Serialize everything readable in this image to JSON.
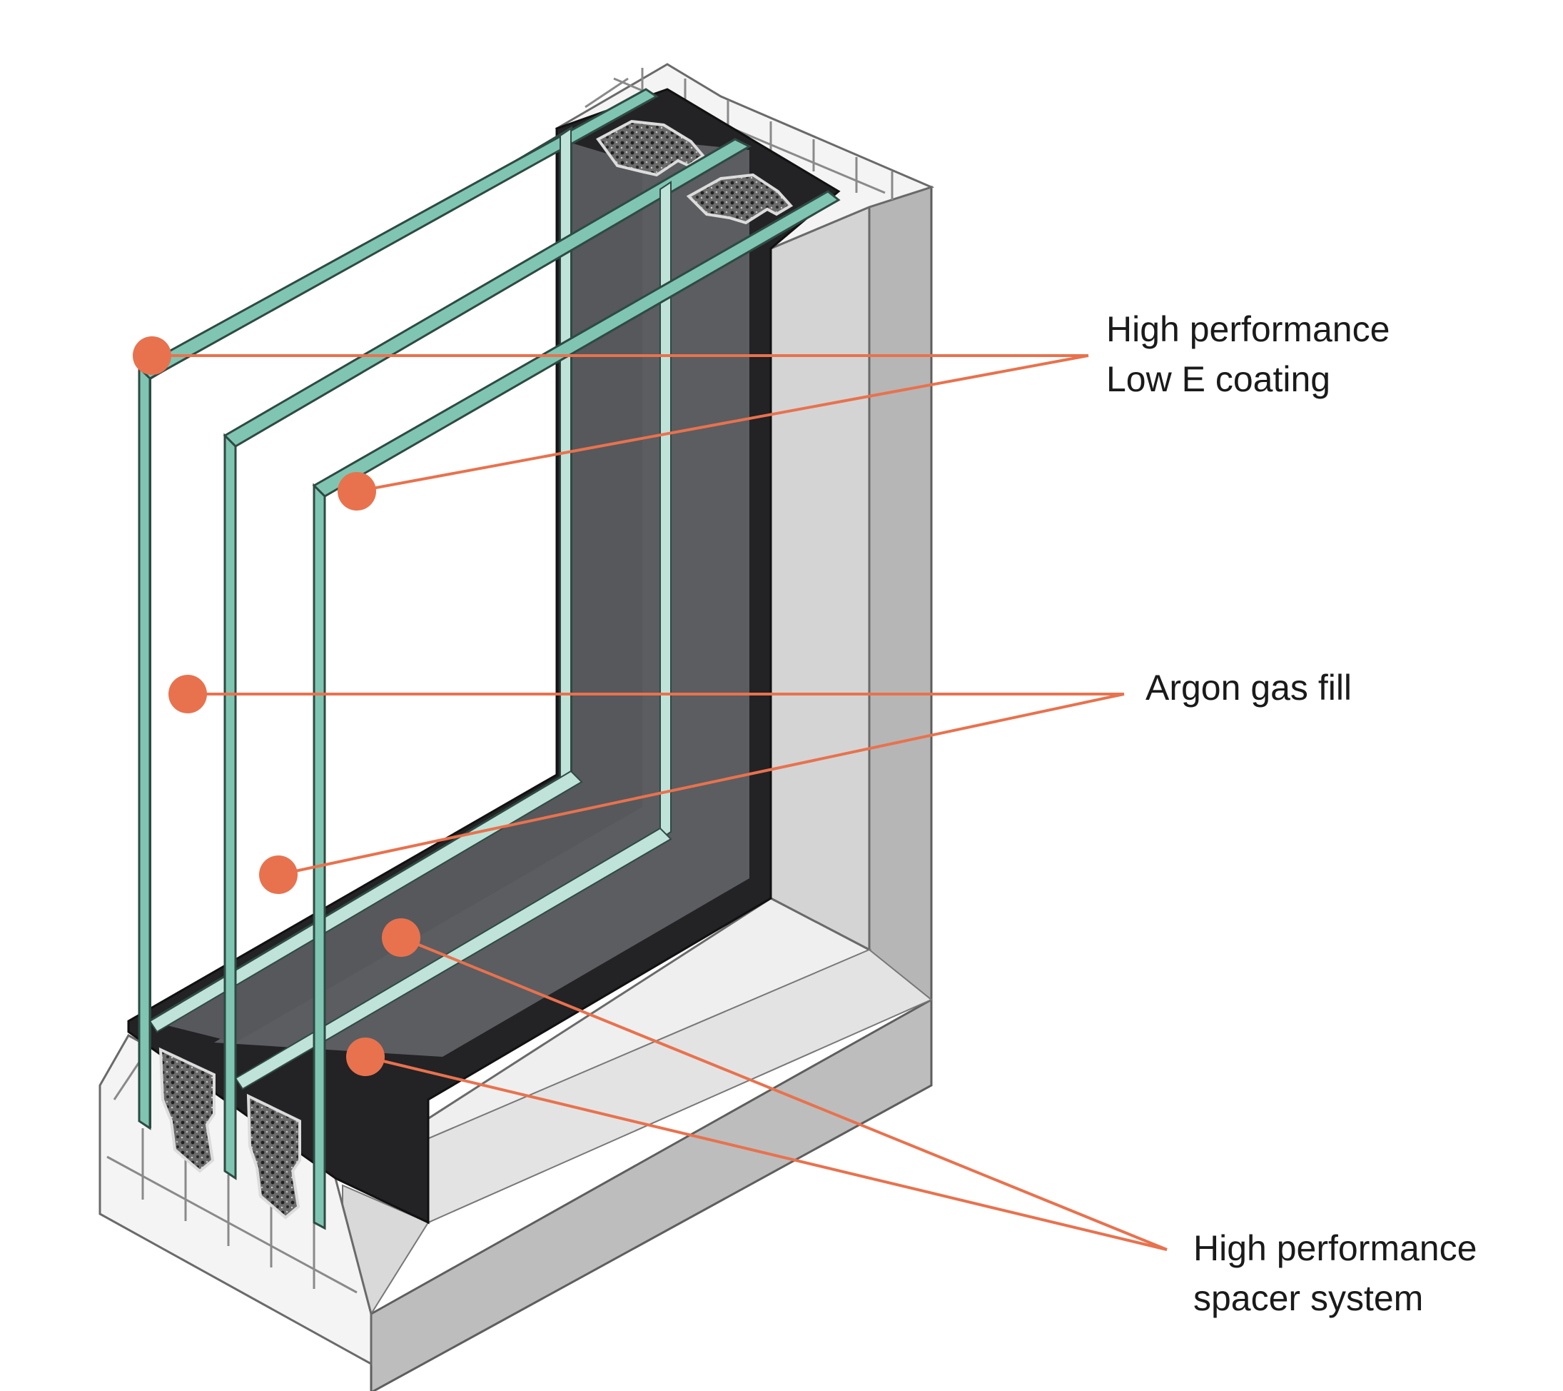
{
  "colors": {
    "callout": "#E8724E",
    "glass_edge": "#7FC5B2",
    "glass_outline": "#2f4a43",
    "cavity": "#5a5c60",
    "seal": "#222124",
    "frame_light": "#f2f2f2",
    "frame_mid": "#d3d3d3",
    "frame_dark": "#b4b4b4"
  },
  "callouts": [
    {
      "id": "low-e",
      "lines": [
        "High performance",
        "Low E coating"
      ]
    },
    {
      "id": "argon",
      "lines": [
        "Argon gas fill"
      ]
    },
    {
      "id": "spacer",
      "lines": [
        "High performance",
        "spacer system"
      ]
    }
  ]
}
